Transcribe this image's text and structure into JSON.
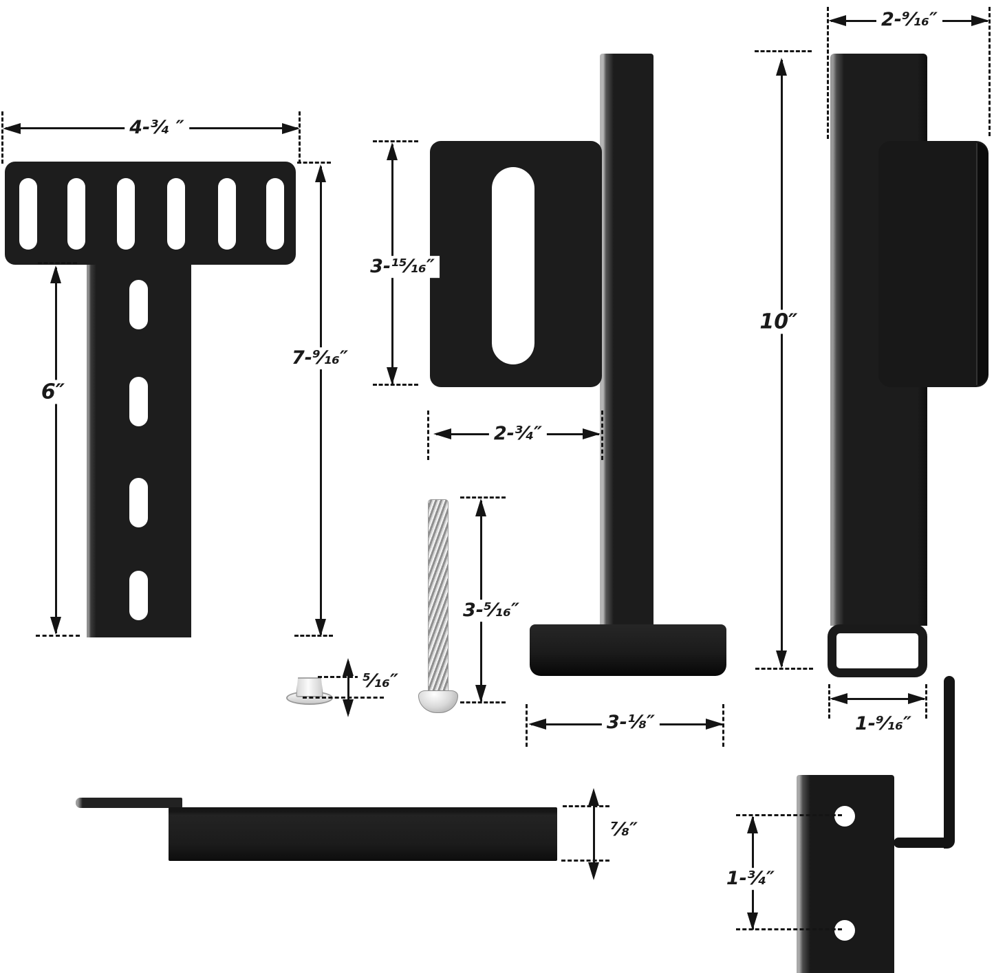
{
  "diagram_type": "hardware-parts-dimension-diagram",
  "colors": {
    "background": "#ffffff",
    "ink": "#141414",
    "metal_dark": "#1c1c1c",
    "metal_edge_highlight": "#a8a8a8",
    "hardware_silver": "#e2e2e2"
  },
  "dimensions": {
    "bracket_width": "4-³⁄₄ ″",
    "bracket_arm_length": "6″",
    "bracket_total_height": "7-⁹⁄₁₆″",
    "plate_height": "3-¹⁵⁄₁₆″",
    "plate_width": "2-³⁄₄″",
    "screw_length": "3-⁵⁄₁₆″",
    "nut_height": "⁵⁄₁₆″",
    "foot_width": "3-¹⁄₈″",
    "tube_height": "10″",
    "tube_depth": "2-⁹⁄₁₆″",
    "tube_width": "1-⁹⁄₁₆″",
    "flat_bar_thickness": "⁷⁄₈″",
    "hole_spacing": "1-³⁄₄″"
  }
}
